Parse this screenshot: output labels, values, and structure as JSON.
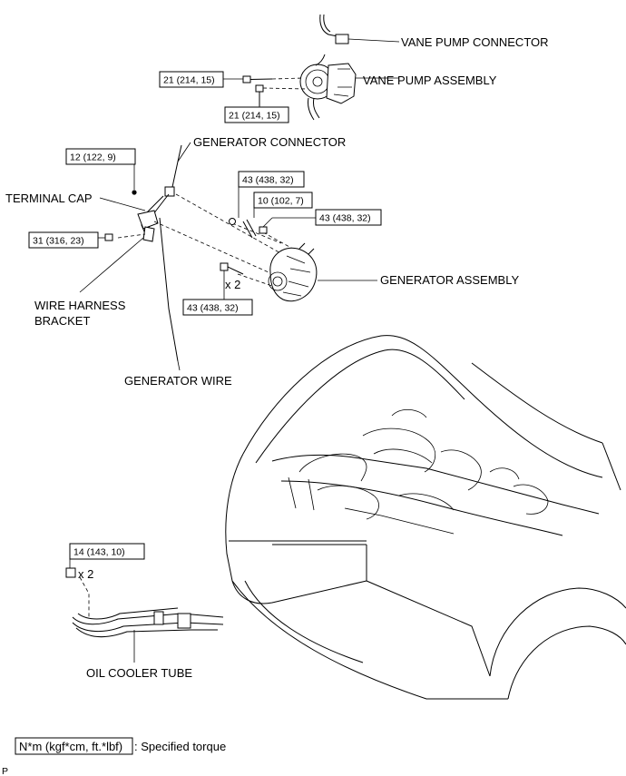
{
  "labels": {
    "vane_pump_connector": "VANE PUMP CONNECTOR",
    "vane_pump_assembly": "VANE PUMP ASSEMBLY",
    "generator_connector": "GENERATOR CONNECTOR",
    "terminal_cap": "TERMINAL CAP",
    "wire_harness_bracket_1": "WIRE HARNESS",
    "wire_harness_bracket_2": "BRACKET",
    "generator_assembly": "GENERATOR ASSEMBLY",
    "generator_wire": "GENERATOR WIRE",
    "oil_cooler_tube": "OIL COOLER TUBE"
  },
  "torques": {
    "vane_pump_upper": "21 (214, 15)",
    "vane_pump_lower": "21 (214, 15)",
    "generator_connector_nut": "12 (122, 9)",
    "terminal_nut": "31 (316, 23)",
    "generator_nut_top": "43 (438, 32)",
    "generator_stud": "10 (102, 7)",
    "generator_bolt_right": "43 (438, 32)",
    "generator_bolt_lower": "43 (438, 32)",
    "oil_cooler_bolt": "14 (143, 10)"
  },
  "quantities": {
    "generator_bolt_lower": "x 2",
    "oil_cooler_bolt": "x 2"
  },
  "legend": {
    "unit_box": "N*m (kgf*cm, ft.*lbf)",
    "description": ": Specified torque"
  },
  "corner_mark": "P"
}
